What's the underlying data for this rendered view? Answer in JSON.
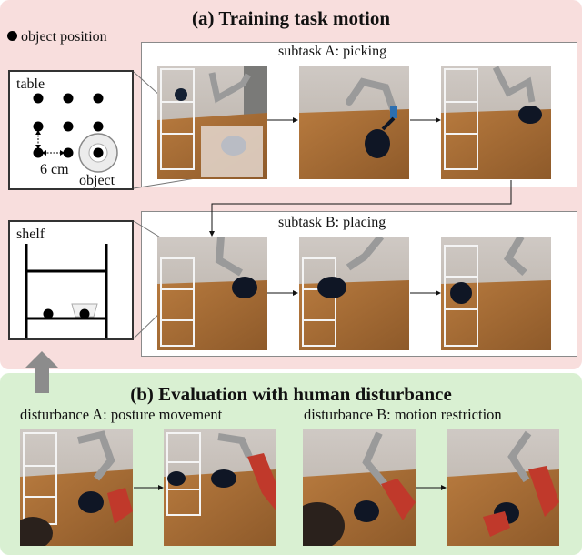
{
  "panel_a": {
    "title": "(a) Training task motion",
    "legend": "object position",
    "table_inset": {
      "label": "table",
      "distance_label": "6 cm",
      "object_label": "object"
    },
    "shelf_inset": {
      "label": "shelf"
    },
    "subtask_a": {
      "title": "subtask  A: picking"
    },
    "subtask_b": {
      "title": "subtask  B: placing"
    }
  },
  "panel_b": {
    "title": "(b) Evaluation with human disturbance",
    "disturbance_a": "disturbance  A: posture movement",
    "disturbance_b": "disturbance  B: motion restriction"
  },
  "colors": {
    "panel_a_bg": "#f8dedd",
    "panel_b_bg": "#d9f0d2",
    "table_wood": "#a36a34",
    "robot": "#8d8d8d",
    "pan": "#111a2a"
  }
}
